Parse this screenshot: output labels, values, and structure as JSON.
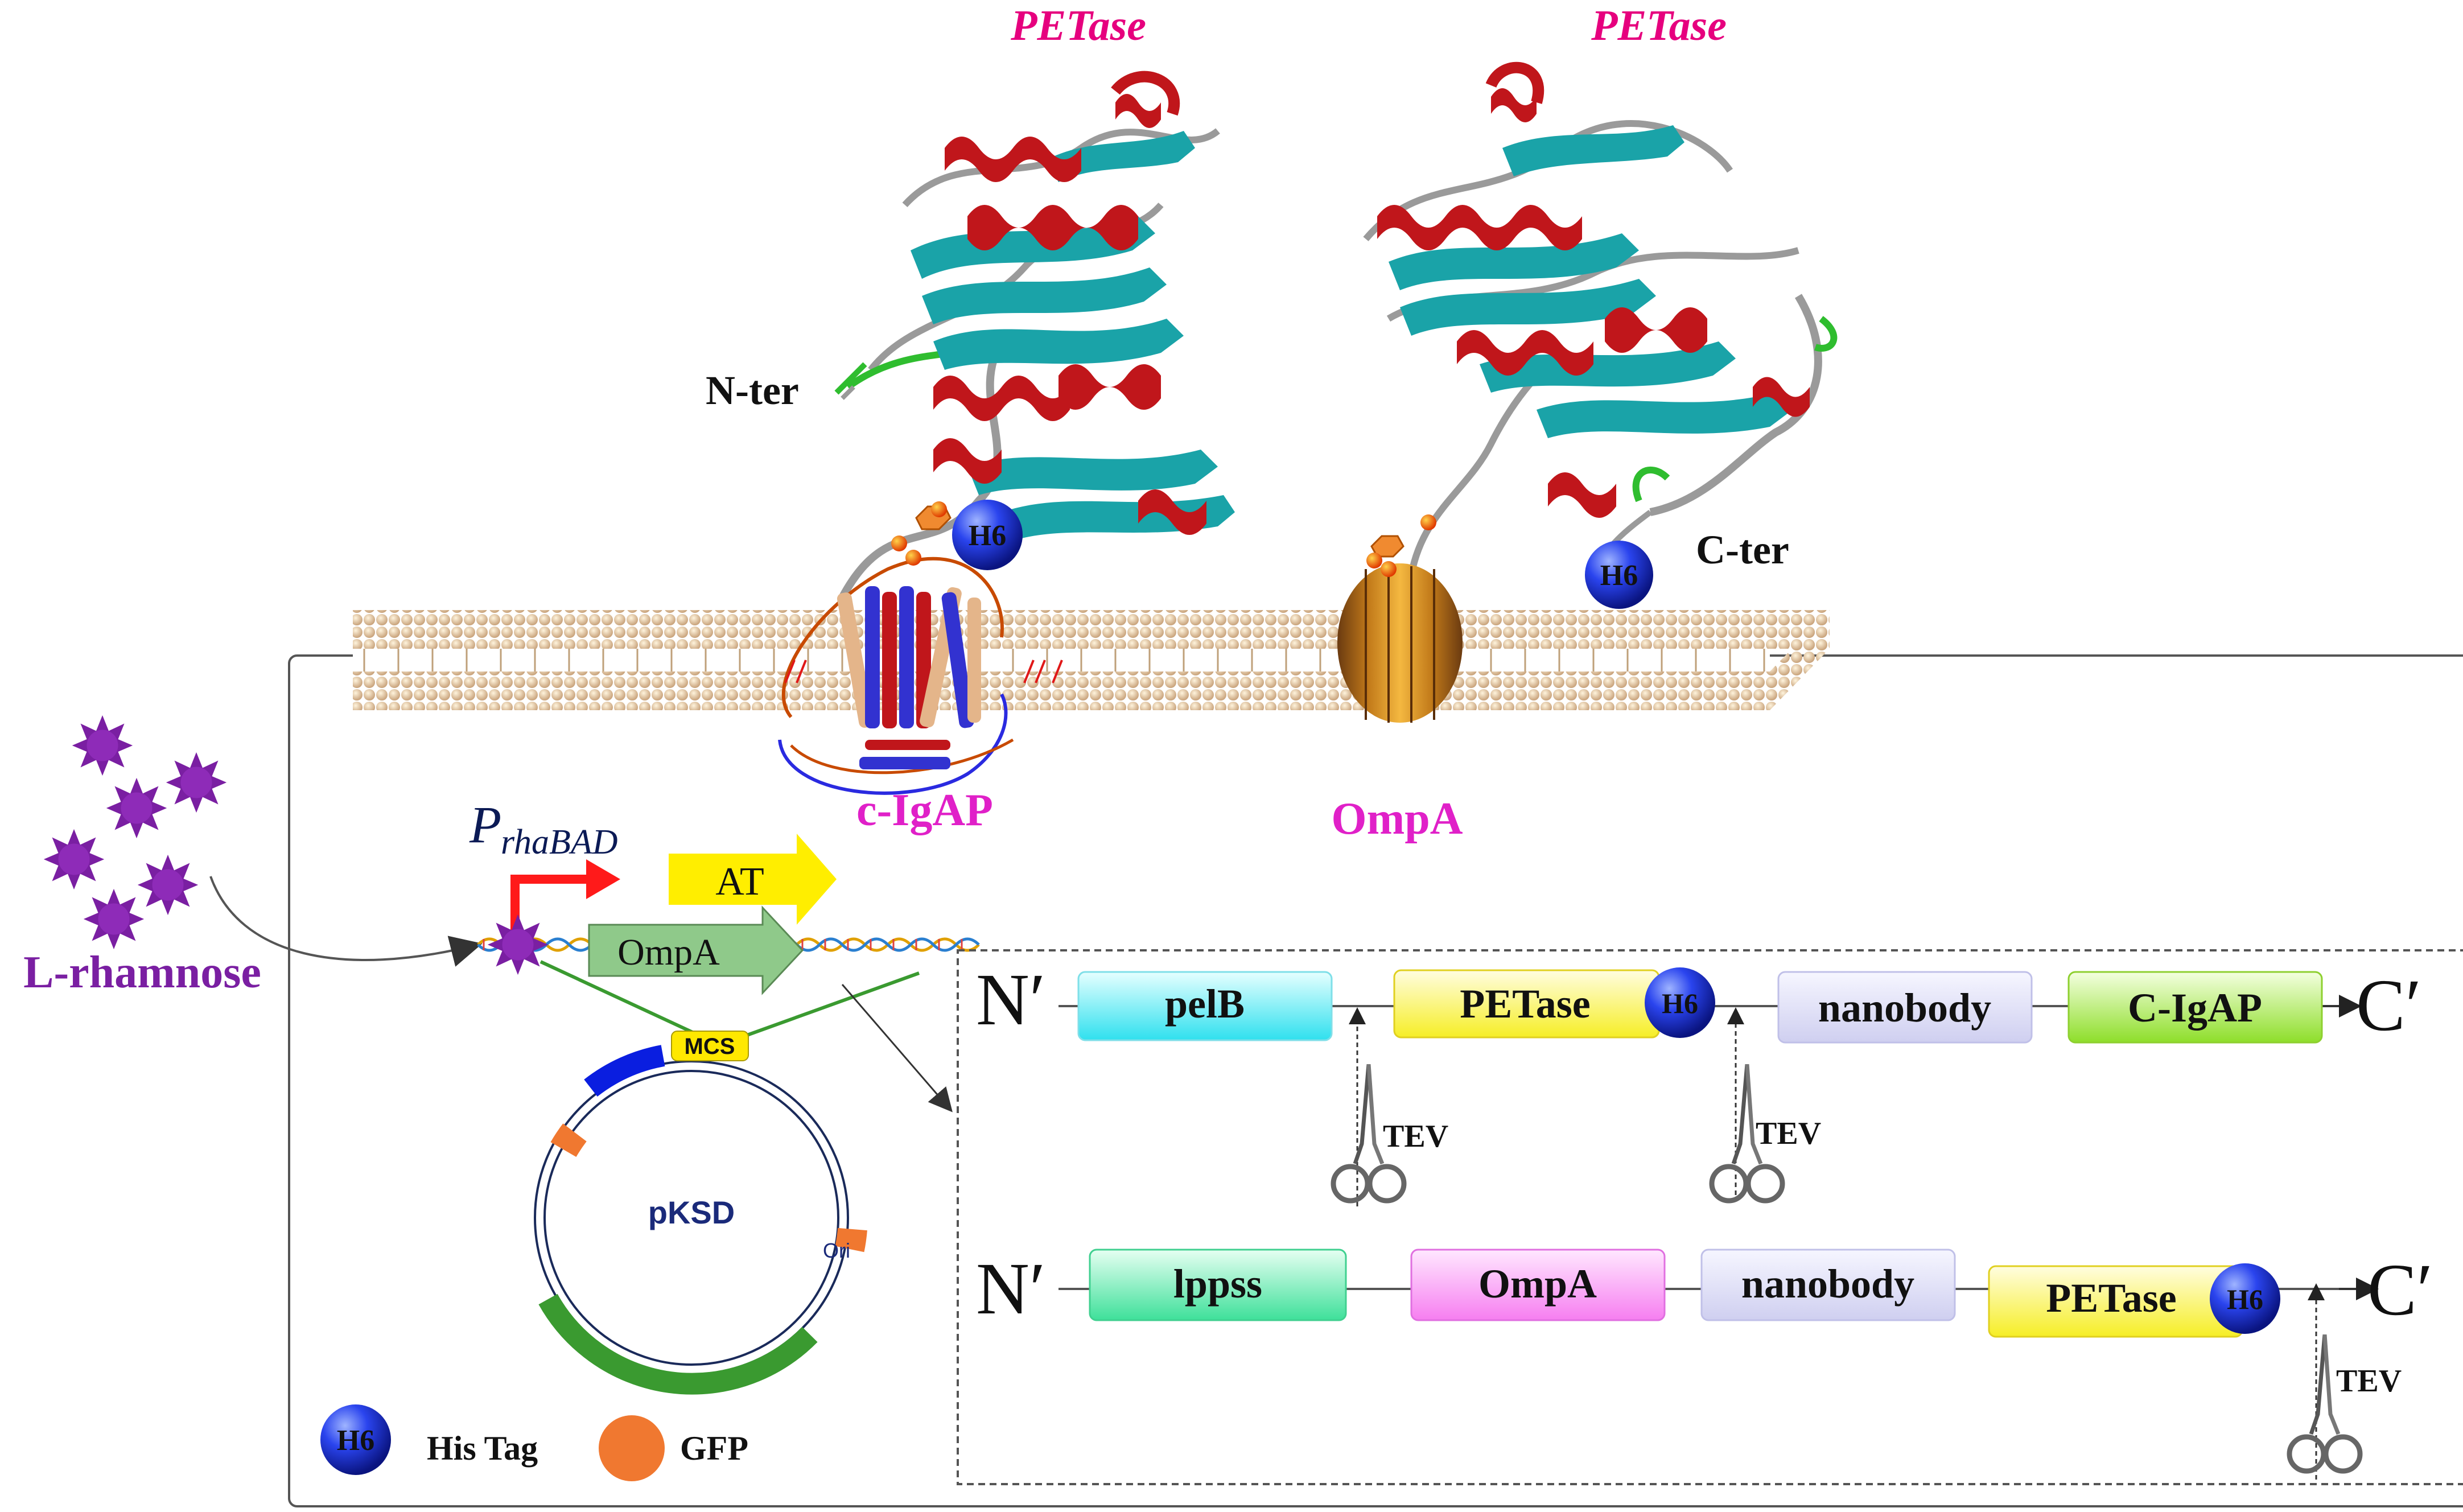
{
  "labels": {
    "petase_left": "PETase",
    "petase_right": "PETase",
    "n_ter": "N-ter",
    "c_ter": "C-ter",
    "h6": "H6",
    "c_igap": "c-IgAP",
    "ompa_membrane": "OmpA",
    "l_rhamnose": "L-rhamnose",
    "promoter_main": "P",
    "promoter_sub": "rhaBAD",
    "gene_at": "AT",
    "gene_ompa": "OmpA",
    "mcs": "MCS",
    "plasmid": "pKSD",
    "ori": "Ori",
    "legend_his": "His Tag",
    "legend_gfp": "GFP"
  },
  "construct1": {
    "n_label": "N′",
    "c_label": "C′",
    "boxes": [
      "pelB",
      "PETase",
      "nanobody",
      "C-IgAP"
    ],
    "tev": [
      "TEV",
      "TEV"
    ]
  },
  "construct2": {
    "n_label": "N′",
    "c_label": "C′",
    "boxes": [
      "lppss",
      "OmpA",
      "nanobody",
      "PETase"
    ],
    "tev": [
      "TEV"
    ]
  },
  "colors": {
    "petase_label": "#e6007e",
    "magenta_label": "#e020c8",
    "rhamnose": "#7a1fa2",
    "helix": "#c0161b",
    "strand": "#1aa3a8",
    "his_tag": "#1a2ee0",
    "gfp": "#f07830",
    "promoter_arrow": "#ff1a1a",
    "at_arrow": "#ffee00",
    "ompa_arrow": "#8fc98a",
    "mcs": "#ffe800",
    "plasmid_blue": "#0a1ee0",
    "plasmid_green": "#3a9a30"
  }
}
